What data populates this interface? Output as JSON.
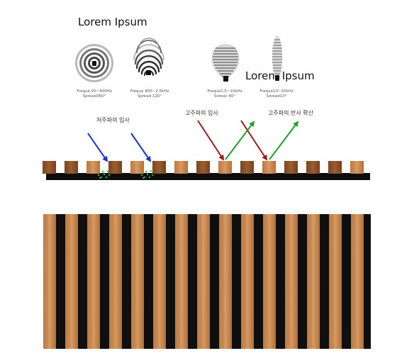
{
  "titles": {
    "left": "Lorem Ipsum",
    "right": "Lorem Ipsum"
  },
  "speakers": [
    {
      "freq": "Freque 20~400Hz",
      "spread": "Spread360°",
      "pattern": "concentric-rings-icon"
    },
    {
      "freq": "Freque 400~2,5kHz",
      "spread": "Spread 120°",
      "pattern": "semicircle-rings-icon"
    },
    {
      "freq": "Freque2,5~10kHz",
      "spread": "Soreac 40°",
      "pattern": "teardrop-rings-icon"
    },
    {
      "freq": "Freque10~20kHz",
      "spread": "Soread10°",
      "pattern": "narrow-ellipse-rings-icon"
    }
  ],
  "labels": {
    "low_incidence": "저주파의 입사",
    "high_incidence": "고주파의 입사",
    "high_reflection": "고주파의 반사 확산"
  },
  "colors": {
    "low_arrow": "#1a33cc",
    "incident_arrow": "#a01818",
    "reflect_arrow": "#1fa02a",
    "scatter": "#22bb22",
    "wood_light": "#c98a52",
    "wood_dark": "#8a5228",
    "felt": "#0d0d0d"
  }
}
